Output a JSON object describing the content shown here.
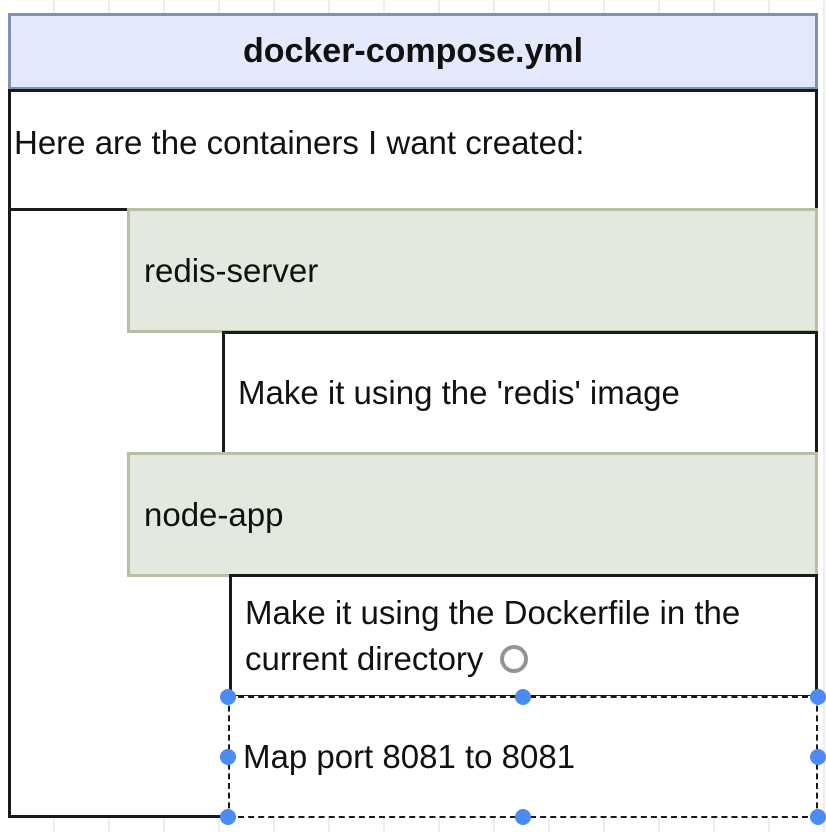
{
  "diagram": {
    "title": {
      "label": "docker-compose.yml",
      "bg_color": "#e4e9fb",
      "border_color": "#8191b5"
    },
    "root": {
      "label": "Here are the containers I want created:"
    },
    "nodes": [
      {
        "id": "redis-server",
        "label": "redis-server",
        "type": "service",
        "bg_color": "#e3e9df",
        "border_color": "#b4c1a2",
        "selected": false
      },
      {
        "id": "redis-image",
        "label": "Make it using the 'redis' image",
        "type": "detail",
        "bg_color": "#ffffff",
        "border_color": "#1a1a1a",
        "selected": false
      },
      {
        "id": "node-app",
        "label": "node-app",
        "type": "service",
        "bg_color": "#e3e9df",
        "border_color": "#b4c1a2",
        "selected": false
      },
      {
        "id": "node-dockerfile",
        "label": "Make it using the Dockerfile in the current directory",
        "type": "detail",
        "bg_color": "#ffffff",
        "border_color": "#1a1a1a",
        "selected": false
      },
      {
        "id": "node-port",
        "label": "Map port 8081 to 8081",
        "type": "detail",
        "bg_color": "#ffffff",
        "border_color": "#1a1a1a",
        "selected": true
      }
    ],
    "selection": {
      "handle_color": "#4c8bf5",
      "handle_count": 8,
      "border_style": "dashed"
    },
    "cursor": {
      "type": "click-circle-cursor"
    }
  }
}
